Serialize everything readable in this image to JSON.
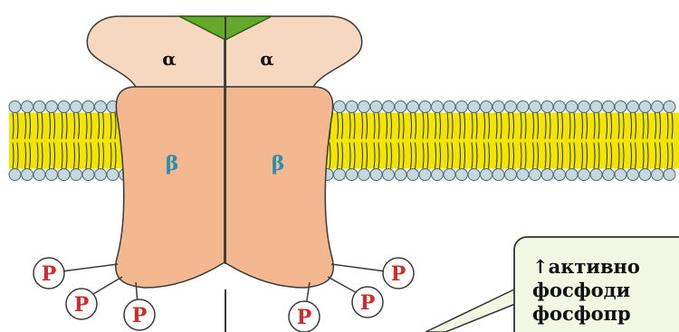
{
  "subunit_labels": {
    "alpha_left": "α",
    "alpha_right": "α",
    "beta_left": "β",
    "beta_right": "β"
  },
  "phosphate_label": "P",
  "phosphate_count": 6,
  "callout": {
    "lines": [
      "↑активно",
      "фосфоди",
      "фосфопр"
    ]
  },
  "colors": {
    "alpha_fill": "#f6d8c0",
    "beta_fill": "#f4b890",
    "ligand_fill": "#66a82b",
    "membrane_head": "#c6d8de",
    "membrane_tail": "#f2e600",
    "alpha_label": "#111111",
    "beta_label": "#2a8fb0",
    "phosphate_text": "#d32a2a",
    "callout_bg": "#f0f7e3",
    "callout_border": "#333333"
  }
}
